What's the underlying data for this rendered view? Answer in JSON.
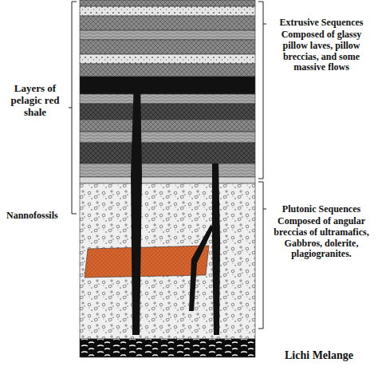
{
  "diagram": {
    "labels": [
      "Extrusive Sequences",
      "Composed of glassy pillow laves, pillow breccias, and some massive flows",
      "Layers of pelagic red shale",
      "Nannofossils",
      "Plutonic Sequences",
      "Composed of angular breccias of ultramafics, Gabbros, dolerite, plagiogranites.",
      "Lichi Melange"
    ]
  }
}
